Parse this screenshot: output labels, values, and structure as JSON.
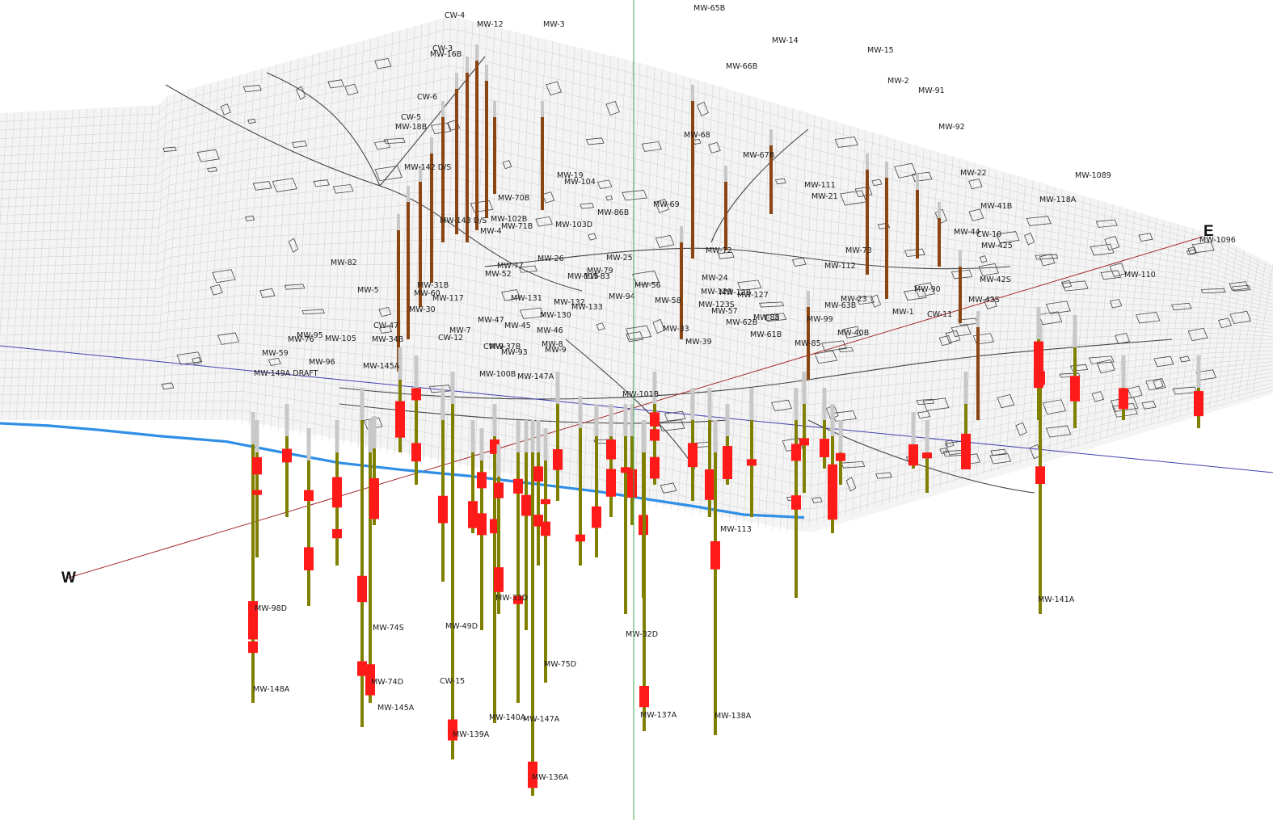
{
  "view": {
    "direction_labels": {
      "west": "W",
      "east": "E"
    },
    "colors": {
      "background": "#ffffff",
      "terrain_mesh": "#cfcfcf",
      "basemap_lines": "#444444",
      "well_casing": "#808000",
      "well_upper_gray": "#c8c8c8",
      "screened_interval": "#ff1a1a",
      "lithology_column": "#8b4513",
      "river": "#2f8fe6",
      "section_line_red": "#a52a2a",
      "section_line_blue": "#4040b0",
      "vertical_axis": "#3aa64a"
    }
  },
  "labels": [
    "MW-65B",
    "CW-4",
    "MW-12",
    "MW-3",
    "MW-14",
    "MW-15",
    "CW-3",
    "MW-16B",
    "MW-66B",
    "MW-2",
    "MW-91",
    "CW-6",
    "CW-5",
    "MW-18B",
    "MW-92",
    "MW-68",
    "MW-67B",
    "MW-142 D/S",
    "MW-19",
    "MW-104",
    "MW-1089",
    "MW-22",
    "MW-70B",
    "MW-111",
    "MW-21",
    "MW-118A",
    "MW-41B",
    "MW-143 D/S",
    "MW-102B",
    "MW-71B",
    "MW-103D",
    "MW-86B",
    "MW-69",
    "MW-4",
    "MW-44",
    "CW-10",
    "MW-425",
    "MW-1096",
    "MW-82",
    "MW-77",
    "MW-26",
    "MW-72",
    "MW-73",
    "MW-112",
    "MW-25",
    "MW-52",
    "MW-83",
    "MW-79",
    "MW-115",
    "MW-24",
    "MW-42S",
    "MW-110",
    "MW-31B",
    "MW-5",
    "MW-56",
    "MW-129",
    "MW-128",
    "MW-127",
    "MW-90",
    "MW-43S",
    "MW-60",
    "MW-117",
    "MW-131",
    "MW-94",
    "MW-58",
    "MW-123S",
    "MW-23",
    "MW-63B",
    "MW-132",
    "MW-133",
    "MW-30",
    "MW-1",
    "CW-11",
    "MW-57",
    "MW-88",
    "MW-130",
    "MW-62B",
    "MW-99",
    "MW-47",
    "MW-45",
    "CW-47",
    "MW-95",
    "MW-105",
    "MW-76",
    "MW-7",
    "MW-34B",
    "MW-33",
    "MW-61B",
    "MW-40B",
    "MW-37B",
    "MW-46",
    "MW-39",
    "MW-85",
    "MW-9",
    "CW-12",
    "MW-8",
    "MW-93",
    "CW-9",
    "MW-59",
    "MW-96",
    "MW-145A",
    "MW-149A DRAFT",
    "MW-100B",
    "MW-147A",
    "MW-101B",
    "MW-113",
    "MW-141A",
    "MW-98D",
    "MW-33D",
    "MW-74S",
    "MW-49D",
    "MW-32D",
    "MW-75D",
    "MW-74D",
    "CW-15",
    "MW-148A",
    "MW-145A",
    "MW-140A",
    "MW-147A",
    "MW-137A",
    "MW-138A",
    "MW-139A",
    "MW-136A"
  ]
}
